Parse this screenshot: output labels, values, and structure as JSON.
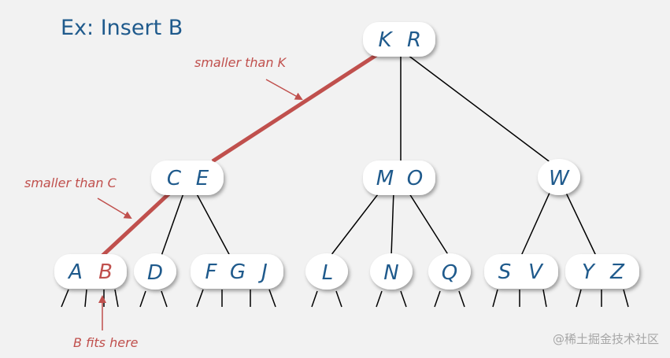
{
  "title": "Ex: Insert B",
  "watermark": "@稀土掘金技术社区",
  "colors": {
    "key": "#1f5a8c",
    "highlight": "#c0504d",
    "node_fill": "#ffffff",
    "edge": "#000000",
    "background": "#f2f2f2"
  },
  "nodes": {
    "root": [
      "K",
      "R"
    ],
    "ce": [
      "C",
      "E"
    ],
    "mo": [
      "M",
      "O"
    ],
    "w": [
      "W"
    ],
    "ab": [
      "A",
      "B"
    ],
    "d": [
      "D"
    ],
    "fgj": [
      "F",
      "G",
      "J"
    ],
    "l": [
      "L"
    ],
    "n": [
      "N"
    ],
    "q": [
      "Q"
    ],
    "sv": [
      "S",
      "V"
    ],
    "yz": [
      "Y",
      "Z"
    ]
  },
  "highlighted_key": "B",
  "annotations": {
    "smaller_than_k": "smaller than K",
    "smaller_than_c": "smaller than C",
    "b_fits_here": "B fits here"
  }
}
